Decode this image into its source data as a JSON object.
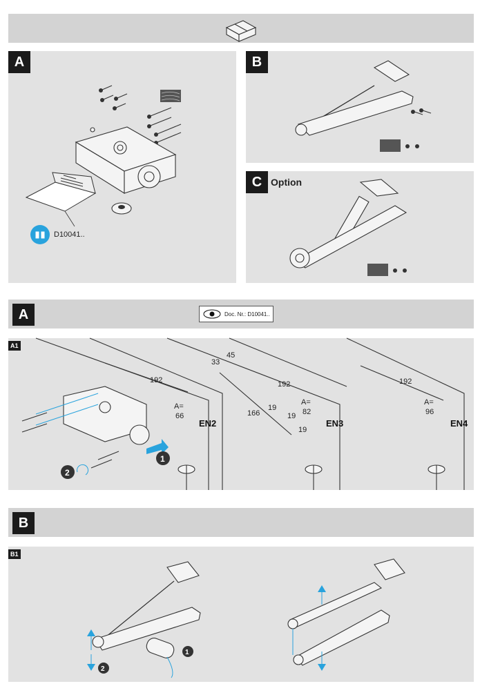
{
  "sections": {
    "a_label": "A",
    "b_label": "B",
    "c_label": "C",
    "c_title": "Option",
    "book_ref": "D10041..",
    "a2_label": "A",
    "a1_label": "A1",
    "doc_ref": "Doc. Nr.: D10041..",
    "b2_label": "B",
    "b1_label": "B1"
  },
  "dimensions": {
    "en2": {
      "label": "EN2",
      "d192": "192",
      "a": "A=",
      "d66": "66"
    },
    "en3": {
      "label": "EN3",
      "d45": "45",
      "d33": "33",
      "d192": "192",
      "d166": "166",
      "d19a": "19",
      "d19b": "19",
      "a": "A=",
      "d82": "82",
      "d19c": "19"
    },
    "en4": {
      "label": "EN4",
      "d192": "192",
      "a": "A=",
      "d96": "96"
    }
  },
  "steps": {
    "s1": "1",
    "s2": "2",
    "s1b": "1",
    "s2b": "2"
  },
  "colors": {
    "accent": "#29a3dd",
    "band": "#d3d3d3",
    "panel": "#e2e2e2"
  },
  "icons": [
    "box-icon",
    "book-icon",
    "eye-icon",
    "wood-icon",
    "screw-icon",
    "rotate-icon",
    "arrow-icon"
  ]
}
